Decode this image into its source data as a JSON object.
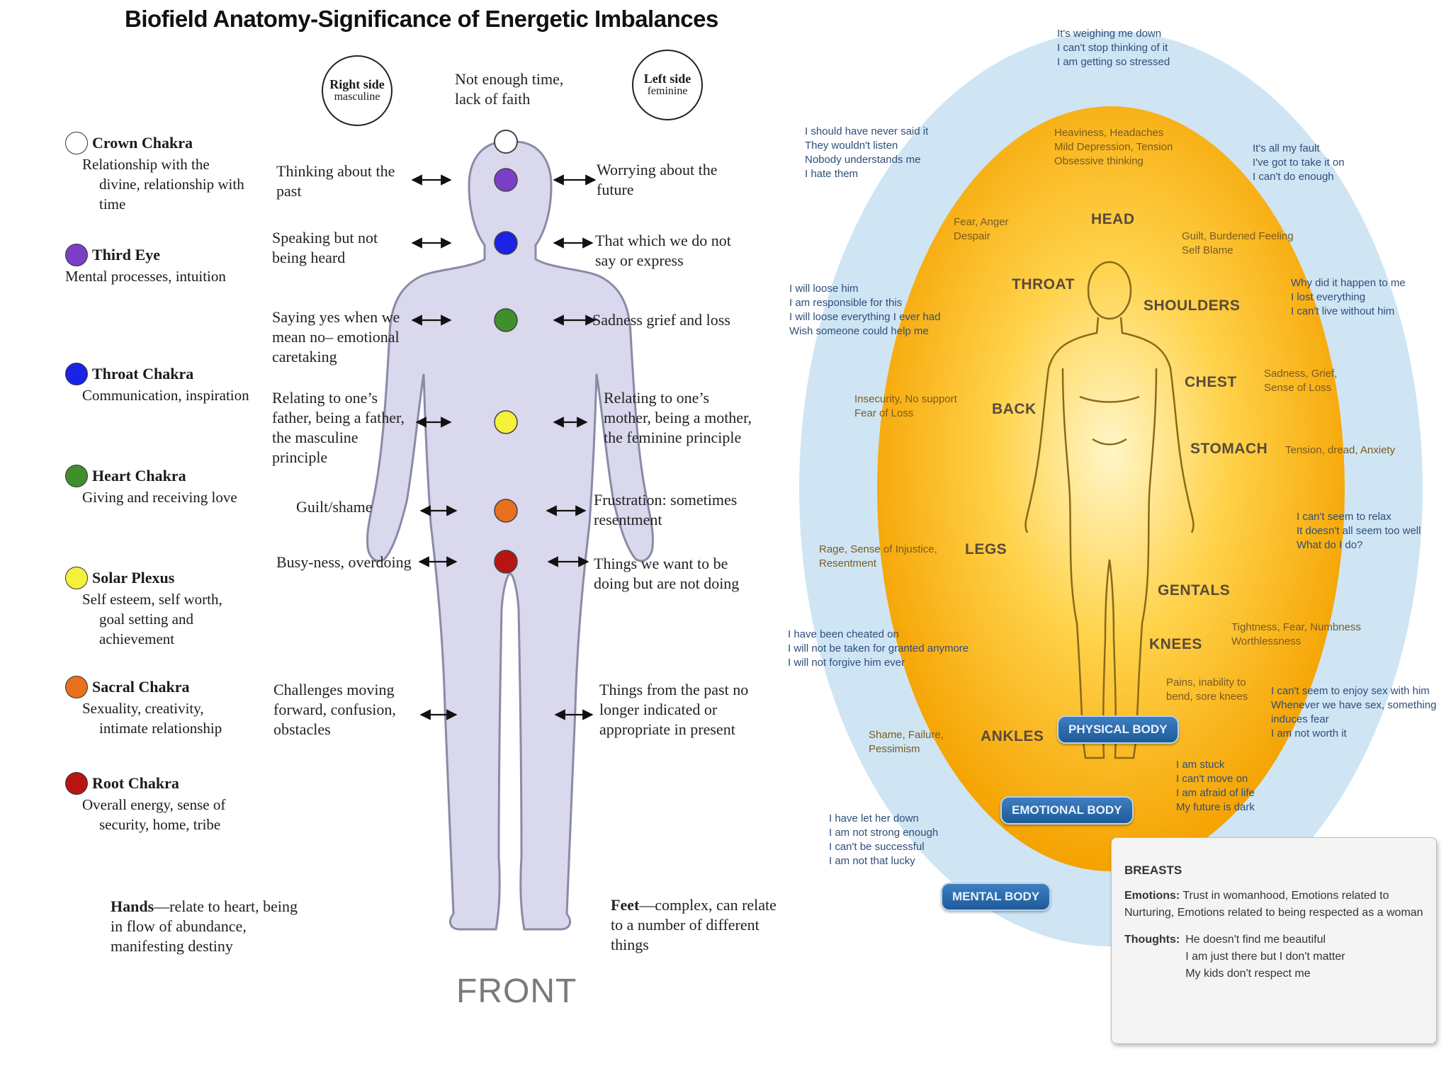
{
  "title": "Biofield Anatomy-Significance of Energetic Imbalances",
  "right_side": {
    "line1": "Right side",
    "line2": "masculine"
  },
  "left_side": {
    "line1": "Left side",
    "line2": "feminine"
  },
  "top_note": {
    "line1": "Not enough time,",
    "line2": "lack of faith"
  },
  "front_label": "FRONT",
  "chakras": [
    {
      "name": "Crown Chakra",
      "desc": "Relationship with the divine, relationship with time",
      "color": "#ffffff"
    },
    {
      "name": "Third Eye",
      "desc": "Mental processes, intuition",
      "color": "#7b3fc7"
    },
    {
      "name": "Throat Chakra",
      "desc": "Communication, inspiration",
      "color": "#1a22e6"
    },
    {
      "name": "Heart Chakra",
      "desc": "Giving and receiving love",
      "color": "#3f8f2b"
    },
    {
      "name": "Solar Plexus",
      "desc": "Self esteem, self worth, goal setting and achievement",
      "color": "#f5f03a"
    },
    {
      "name": "Sacral Chakra",
      "desc": "Sexuality, creativity, intimate relationship",
      "color": "#e8701e"
    },
    {
      "name": "Root Chakra",
      "desc": "Overall energy, sense of security, home, tribe",
      "color": "#b81414"
    }
  ],
  "right_annotations": [
    "Thinking about the past",
    "Speaking but not being heard",
    "Saying yes when we mean no– emotional caretaking",
    "Relating to one’s father, being a father, the masculine principle",
    "Guilt/shame",
    "Busy-ness, overdoing",
    "Challenges moving forward, confusion, obstacles"
  ],
  "left_annotations": [
    "Worrying about the future",
    "That which we do not say or express",
    "Sadness grief and loss",
    "Relating to one’s mother, being a mother, the feminine principle",
    "Frustration: sometimes resentment",
    "Things we want to be doing but are not doing",
    "Things from the past no longer  indicated or appropriate in present"
  ],
  "hands": {
    "bold": "Hands",
    "text": "—relate to heart, being in flow of abundance, manifesting destiny"
  },
  "feet": {
    "bold": "Feet",
    "text": "—complex, can relate to a number of different things"
  },
  "body_labels": [
    "HEAD",
    "THROAT",
    "SHOULDERS",
    "CHEST",
    "BACK",
    "STOMACH",
    "LEGS",
    "GENTALS",
    "KNEES",
    "ANKLES"
  ],
  "body_texts": {
    "head_top": [
      "Heaviness, Headaches",
      "Mild Depression, Tension",
      "Obsessive thinking"
    ],
    "fear": [
      "Fear, Anger",
      "Despair"
    ],
    "guilt": [
      "Guilt, Burdened Feeling",
      "Self Blame"
    ],
    "sadness": [
      "Sadness, Grief,",
      "Sense of Loss"
    ],
    "insecurity": [
      "Insecurity, No support",
      "Fear of Loss"
    ],
    "tension": [
      "Tension, dread, Anxiety"
    ],
    "rage": [
      "Rage, Sense of Injustice,",
      "Resentment"
    ],
    "tightness": [
      "Tightness, Fear, Numbness",
      "Worthlessness"
    ],
    "pains": [
      "Pains, inability to",
      "bend, sore knees"
    ],
    "shame": [
      "Shame, Failure,",
      "Pessimism"
    ]
  },
  "blue_texts": {
    "top": [
      "It's weighing me down",
      "I can't stop thinking of it",
      "I am getting so stressed"
    ],
    "upper_left": [
      "I should have never said it",
      "They wouldn't listen",
      "Nobody understands me",
      "I hate them"
    ],
    "upper_right": [
      "It's all my fault",
      "I've got to take it on",
      "I can't do enough"
    ],
    "mid_left": [
      "I will loose him",
      "I am responsible for this",
      "I will loose everything I ever had",
      "Wish someone could help me"
    ],
    "mid_right": [
      "Why did it happen to me",
      "I lost everything",
      "I can't live without him"
    ],
    "relax": [
      "I can't seem to relax",
      "It doesn't all seem too well",
      "What do I do?"
    ],
    "cheated": [
      "I have been cheated on",
      "I will not be taken for granted anymore",
      "I will not forgive him ever"
    ],
    "enjoy": [
      "I can't seem to enjoy sex with him",
      "Whenever we have sex, something",
      "induces fear",
      "I am not worth it"
    ],
    "stuck": [
      "I am stuck",
      "I can't move on",
      "I am afraid of life",
      "My future is dark"
    ],
    "letdown": [
      "I have let her down",
      "I am not strong enough",
      "I can't be successful",
      "I am not that lucky"
    ]
  },
  "pills": {
    "physical": "PHYSICAL BODY",
    "emotional": "EMOTIONAL BODY",
    "mental": "MENTAL BODY"
  },
  "breasts": {
    "title": "BREASTS",
    "emotions_label": "Emotions:",
    "emotions": "Trust in womanhood, Emotions related to Nurturing, Emotions related to being respected as a woman",
    "thoughts_label": "Thoughts:",
    "thoughts": [
      "He doesn't find me beautiful",
      "I am just there but I don't matter",
      "My kids don't respect me"
    ]
  }
}
